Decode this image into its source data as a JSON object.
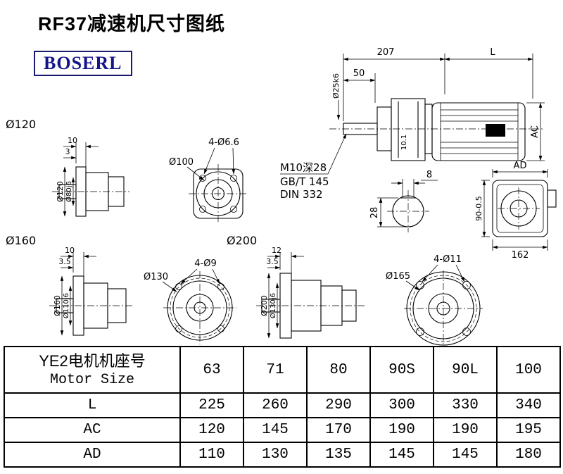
{
  "colors": {
    "ink": "#000000",
    "logo_text": "#15158a",
    "logo_border": "#1a1a6e",
    "background": "#ffffff"
  },
  "title": "RF37减速机尺寸图纸",
  "logo": "BOSERL",
  "views": {
    "main": {
      "dim_top_left": "207",
      "dim_top_right": "L",
      "dim_50": "50",
      "dim_shaft_dia": "Ø25k6",
      "dim_ac": "AC",
      "dim_101": "10.1",
      "note_line1": "M10深28",
      "note_line2": "GB/T 145",
      "note_line3": "DIN 332"
    },
    "key_section": {
      "dim_width": "8",
      "dim_height": "28"
    },
    "end_view": {
      "dim_ad": "AD",
      "dim_height": "90-0.5",
      "dim_width": "162"
    },
    "unit120": {
      "label": "Ø120",
      "dim_10": "10",
      "dim_3": "3",
      "dim_flange": "Ø120",
      "dim_spigot": "Ø80j6"
    },
    "flange100": {
      "label_bc": "Ø100",
      "label_holes": "4-Ø6.6"
    },
    "unit160": {
      "label": "Ø160",
      "dim_10": "10",
      "dim_35": "3.5",
      "dim_flange": "Ø160",
      "dim_spigot": "Ø110j6"
    },
    "flange130": {
      "label_bc": "Ø130",
      "label_holes": "4-Ø9"
    },
    "unit200": {
      "label": "Ø200",
      "dim_12": "12",
      "dim_35": "3.5",
      "dim_flange": "Ø200",
      "dim_spigot": "Ø130j6"
    },
    "flange165": {
      "label_bc": "Ø165",
      "label_holes": "4-Ø11"
    }
  },
  "table": {
    "header_cn": "YE2电机机座号",
    "header_en": "Motor Size",
    "columns": [
      "63",
      "71",
      "80",
      "90S",
      "90L",
      "100"
    ],
    "rows": [
      {
        "label": "L",
        "values": [
          "225",
          "260",
          "290",
          "300",
          "330",
          "340"
        ]
      },
      {
        "label": "AC",
        "values": [
          "120",
          "145",
          "170",
          "190",
          "190",
          "195"
        ]
      },
      {
        "label": "AD",
        "values": [
          "110",
          "130",
          "135",
          "145",
          "145",
          "180"
        ]
      }
    ]
  }
}
